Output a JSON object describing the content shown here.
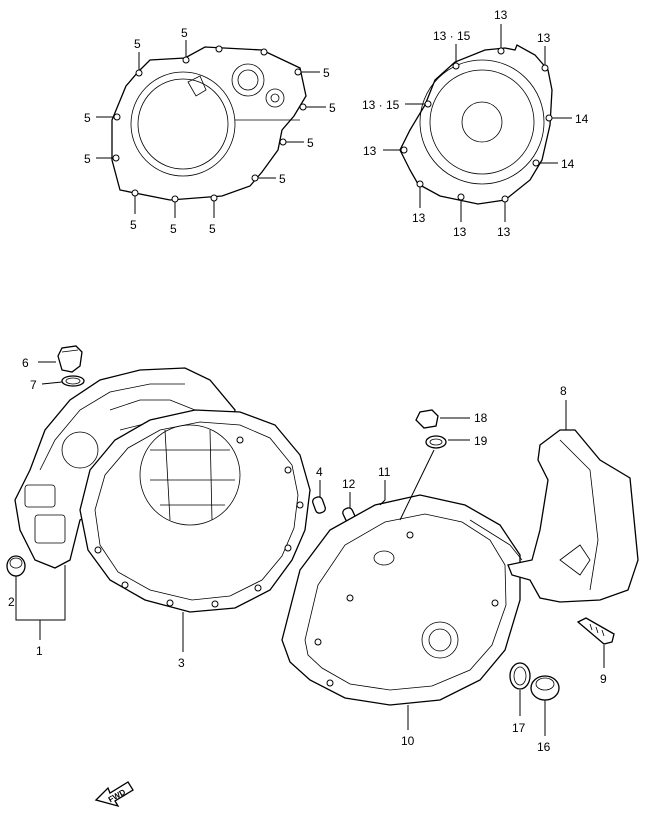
{
  "callouts": {
    "c5": "5",
    "c13": "13",
    "c13_15": "13 · 15",
    "c14": "14",
    "c1": "1",
    "c2": "2",
    "c3": "3",
    "c4": "4",
    "c6": "6",
    "c7": "7",
    "c8": "8",
    "c9": "9",
    "c10": "10",
    "c11": "11",
    "c12": "12",
    "c16": "16",
    "c17": "17",
    "c18": "18",
    "c19": "19"
  },
  "fwd_label": "FWD"
}
